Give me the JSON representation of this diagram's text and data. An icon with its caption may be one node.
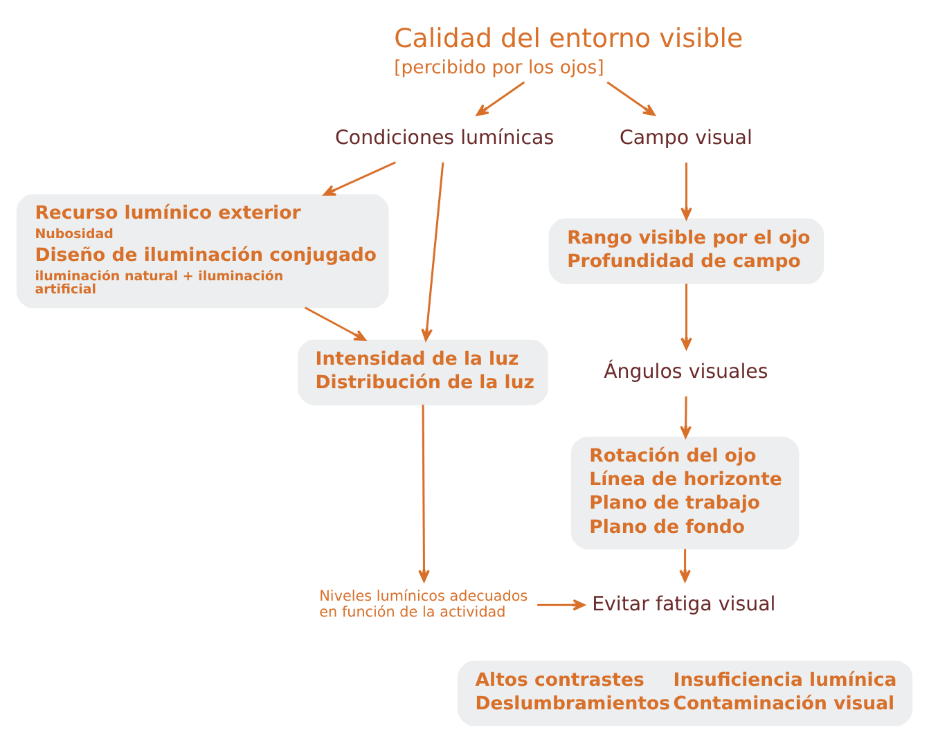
{
  "diagram": {
    "nodes": [
      {
        "text": [
          "Calidad del entorno visible",
          "[percibido por los ojos]"
        ]
      },
      {
        "text": [
          "Condiciones lumínicas"
        ]
      },
      {
        "text": [
          "Recurso lumínico exterior",
          "Nubosidad",
          "Diseño de iluminación conjugado",
          "iluminación natural + iluminación artificial"
        ]
      },
      {
        "text": [
          "Intensidad de la luz",
          "Distribución de la luz"
        ]
      },
      {
        "text": [
          "Niveles lumínicos adecuados en función de la actividad"
        ]
      },
      {
        "text": [
          "Campo visual"
        ]
      },
      {
        "text": [
          "Rango visible por el ojo",
          "Profundidad de campo"
        ]
      },
      {
        "text": [
          "Ángulos visuales"
        ]
      },
      {
        "text": [
          "Rotación del ojo",
          "Línea de horizonte",
          "Plano de trabajo",
          "Plano de fondo"
        ]
      },
      {
        "text": [
          "Evitar fatiga visual"
        ]
      },
      {
        "text": [
          "Altos contrastes",
          "Insuficiencia lumínica",
          "Deslumbramientos",
          "Contaminación visual"
        ]
      }
    ],
    "edges": [
      {
        "from": 0,
        "to": 1,
        "arrow": "to"
      },
      {
        "from": 0,
        "to": 5,
        "arrow": "to"
      },
      {
        "from": 1,
        "to": 2,
        "arrow": "to"
      },
      {
        "from": 1,
        "to": 3,
        "arrow": "to"
      },
      {
        "from": 2,
        "to": 3,
        "arrow": "to"
      },
      {
        "from": 3,
        "to": 4,
        "arrow": "to"
      },
      {
        "from": 4,
        "to": 9,
        "arrow": "to"
      },
      {
        "from": 5,
        "to": 6,
        "arrow": "to"
      },
      {
        "from": 6,
        "to": 7,
        "arrow": "to"
      },
      {
        "from": 7,
        "to": 8,
        "arrow": "to"
      },
      {
        "from": 8,
        "to": 9,
        "arrow": "to"
      }
    ]
  }
}
